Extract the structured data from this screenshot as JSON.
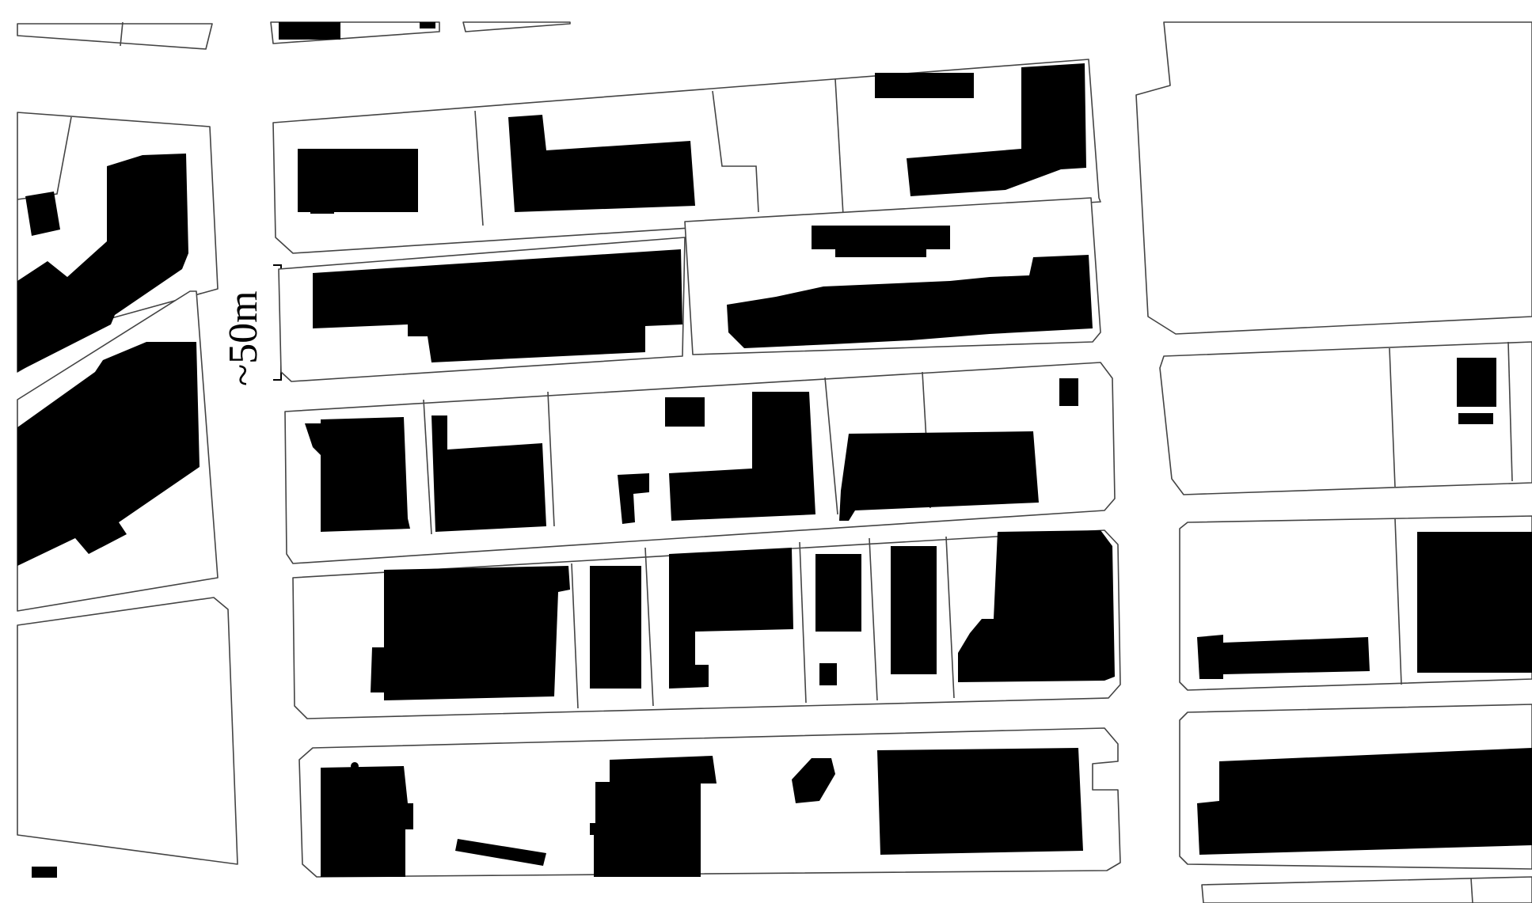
{
  "map": {
    "type": "figure-ground building footprint map",
    "colors": {
      "building": "#000000",
      "ground": "#ffffff",
      "plot_outline": "#444444"
    },
    "scale_bar": {
      "label": "~50m",
      "value_m": 50,
      "orientation": "vertical"
    }
  }
}
